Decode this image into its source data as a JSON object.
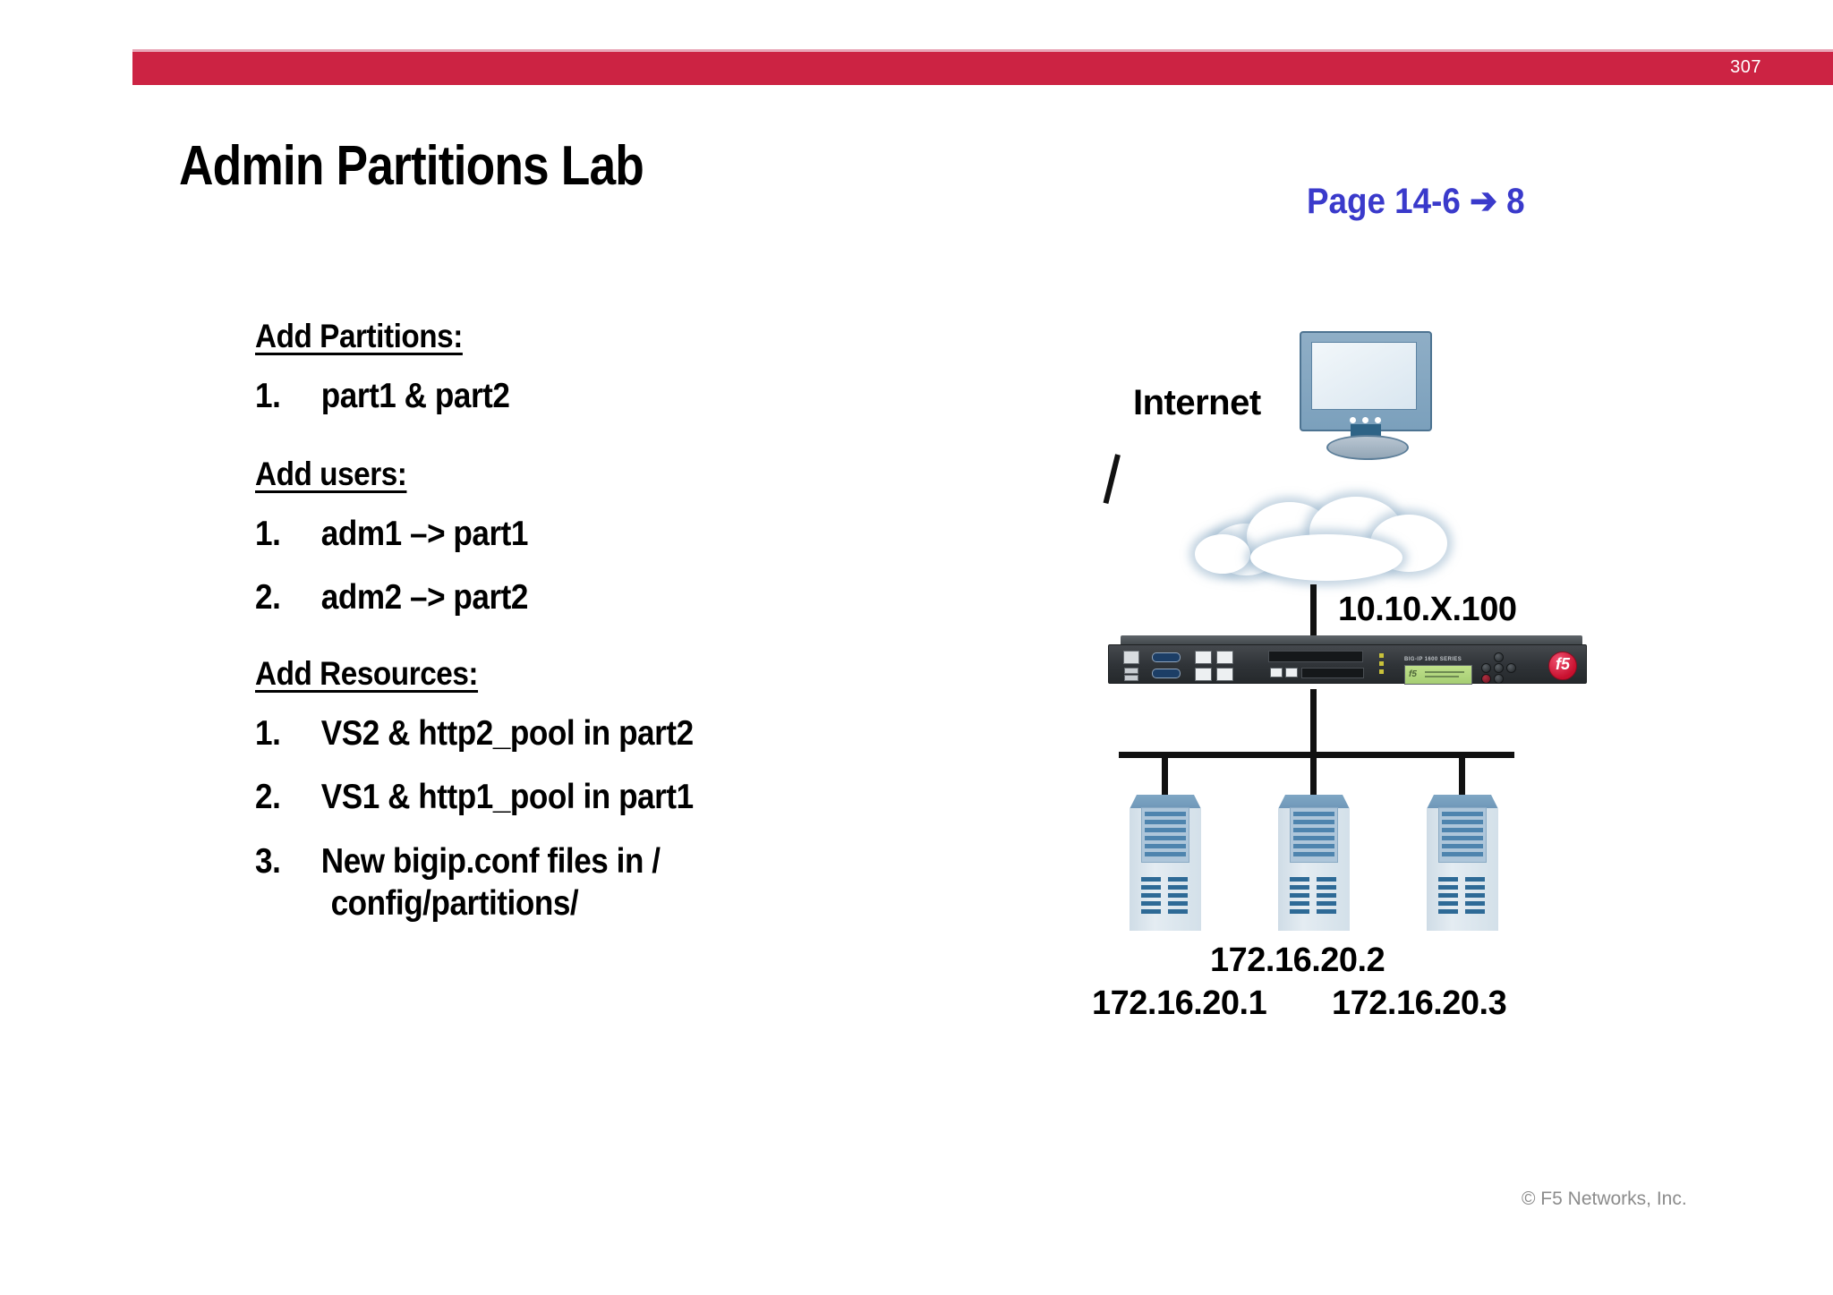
{
  "header": {
    "page_number": "307",
    "bar_color": "#CC2343"
  },
  "title": "Admin Partitions Lab",
  "page_ref": {
    "text": "Page 14-6",
    "arrow": "➔",
    "target": "8",
    "color": "#3A3ACB"
  },
  "content": {
    "sections": [
      {
        "heading": "Add Partitions:",
        "items": [
          {
            "marker": "1.",
            "text": "part1 & part2"
          }
        ]
      },
      {
        "heading": "Add users:",
        "items": [
          {
            "marker": "1.",
            "text": "adm1 –> part1"
          },
          {
            "marker": "2.",
            "text": "adm2 –> part2"
          }
        ]
      },
      {
        "heading": "Add Resources:",
        "items": [
          {
            "marker": "1.",
            "text": "VS2 & http2_pool in part2"
          },
          {
            "marker": "2.",
            "text": "VS1 & http1_pool in part1"
          },
          {
            "marker": "3.",
            "text": "New bigip.conf files in /",
            "text2": "config/partitions/"
          }
        ]
      }
    ]
  },
  "diagram": {
    "cloud_label": "Internet",
    "wan_ip": "10.10.X.100",
    "appliance": {
      "model_label": "BIG-IP 1600 SERIES",
      "logo_text": "f5"
    },
    "servers": [
      {
        "ip": "172.16.20.1"
      },
      {
        "ip": "172.16.20.2"
      },
      {
        "ip": "172.16.20.3"
      }
    ]
  },
  "footer": "© F5 Networks, Inc."
}
